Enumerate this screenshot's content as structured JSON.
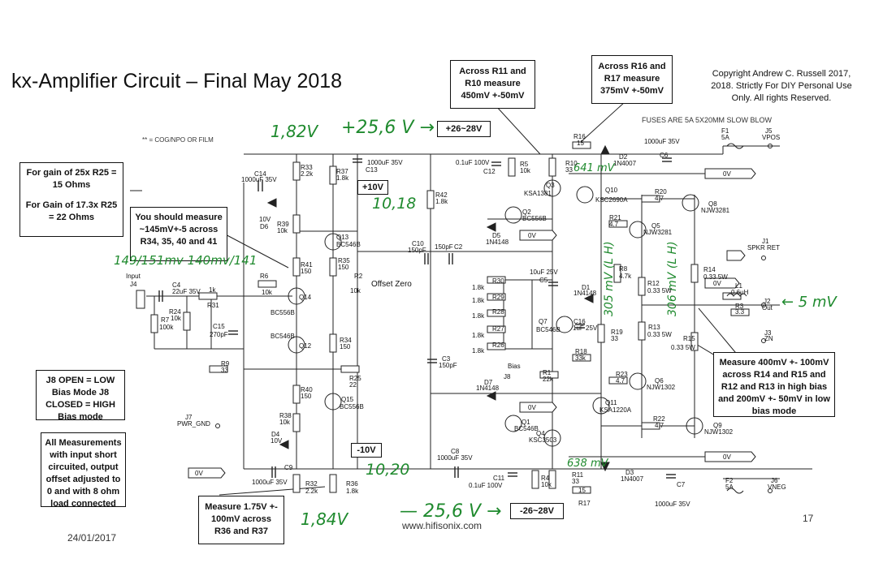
{
  "title": "kx-Amplifier Circuit – Final May 2018",
  "copyright": "Copyright Andrew C. Russell 2017, 2018. Strictly For DIY Personal Use Only. All rights Reserved.",
  "fuse_note": "FUSES ARE 5A 5X20MM SLOW BLOW",
  "cog_note": "** = COG/NPO OR FILM",
  "date": "24/01/2017",
  "page_number": "17",
  "website": "www.hifisonix.com",
  "notes": {
    "gain": {
      "line1": "For gain of 25x R25 = 15 Ohms",
      "line2": "For Gain of 17.3x R25 = 22 Ohms"
    },
    "measure_r34": "You should measure ~145mV+-5 across R34, 35, 40 and 41",
    "r11_r10": "Across R11 and R10 measure 450mV +-50mV",
    "r16_r17": "Across R16 and R17 measure 375mV +-50mV",
    "j8": "J8 OPEN = LOW Bias Mode J8 CLOSED = HIGH Bias mode",
    "all_meas": "All Measurements with input short circuited, output offset adjusted to 0 and with 8 ohm load connected",
    "r36_r37": "Measure 1.75V +- 100mV across R36 and R37",
    "r14_400": "Measure 400mV +- 100mV across R14 and R15 and R12 and R13 in high bias and 200mV +- 50mV in low bias mode"
  },
  "rails": {
    "plus_box": "+26~28V",
    "minus_box": "-26~28V",
    "plus10": "+10V",
    "minus10": "-10V"
  },
  "handwritten": {
    "v182": "1,82V",
    "v256p": "+25,6 V →",
    "v1018": "10,18",
    "v149": "149/151mv 140mv/141",
    "v641": "641 mV",
    "v305": "305 mV (L H)",
    "v306": "306 mV (L H)",
    "v5mv": "← 5 mV",
    "v638": "638 mV",
    "v1020": "10,20",
    "v256m": "— 25,6 V →",
    "v184": "1,84V"
  },
  "components": {
    "input_label": "Input",
    "j4": "J4",
    "c4": "C4",
    "c4v": "22uF 35V",
    "r6": "R6",
    "r6v": "10k",
    "r7": "R7",
    "r7v": "100k",
    "r31v": "1k",
    "r31": "R31",
    "r24": "R24",
    "r24v": "10k",
    "c15": "C15",
    "c15v": "270pF",
    "c14": "C14",
    "c14v": "1000uF 35V",
    "d6": "D6",
    "d6v": "10V",
    "r33": "R33",
    "r33v": "2.2k",
    "r39": "R39",
    "r39v": "10k",
    "r41": "R41",
    "r41v": "150",
    "q14": "Q14",
    "q14t": "BC556B",
    "q12": "Q12",
    "q12t": "BC546B",
    "r9": "R9",
    "r9v": "33",
    "r37": "R37",
    "r37v": "1.8k",
    "c13": "C13",
    "c13v": "1000uF 35V",
    "q13": "Q13",
    "q13t": "BC546B",
    "r35": "R35",
    "r35v": "150",
    "r2": "R2",
    "r2v": "10k",
    "offset": "Offset Zero",
    "r34": "R34",
    "r34v": "150",
    "r25": "R25",
    "r25v": "22",
    "r40": "R40",
    "r40v": "150",
    "q15": "Q15",
    "q15t": "BC556B",
    "r38": "R38",
    "r38v": "10k",
    "j7": "J7",
    "j7l": "PWR_GND",
    "d4": "D4",
    "d4v": "10V",
    "c9": "C9",
    "c9v": "1000uF 35V",
    "r32": "R32",
    "r32v": "2.2k",
    "r36": "R36",
    "r36v": "1.8k",
    "r42": "R42",
    "r42v": "1.8k",
    "c10": "C10",
    "c10v": "150pF",
    "c2": "C2",
    "c2v": "150pF",
    "c3": "C3",
    "c3v": "150pF",
    "c12": "C12",
    "c12v": "0.1uF 100V",
    "r5": "R5",
    "r5v": "10k",
    "q3": "Q3",
    "q3t": "KSA1381",
    "q2": "Q2",
    "q2t": "BC556B",
    "d5": "D5",
    "d5t": "1N4148",
    "r10": "R10",
    "r10v": "33",
    "r16": "R16",
    "r16v": "15",
    "d2": "D2",
    "d2t": "1N4007",
    "q10": "Q10",
    "q10t": "KSC2690A",
    "r20": "R20",
    "r20v": "4.7",
    "c6": "C6",
    "c6v": "1000uF 35V",
    "q8": "Q8",
    "q8t": "NJW3281",
    "r21": "R21",
    "r21v": "4.7",
    "q5": "Q5",
    "q5t": "NJW3281",
    "r8": "R8",
    "r8v": "4.7k",
    "r12": "R12",
    "r12v": "0.33 5W",
    "r14": "R14",
    "r14v": "0.33 5W",
    "j1": "J1",
    "j1l": "SPKR RET",
    "l1": "L1",
    "l1v": "0.6uH",
    "r3": "R3",
    "r3v": "3.3",
    "j2": "J2",
    "j2l": "Out",
    "j3": "J3",
    "j3l": "ZN",
    "c5": "C5",
    "c5v": "10uF 25V",
    "d1": "D1",
    "d1t": "1N4148",
    "q7": "Q7",
    "q7t": "BC546B",
    "c16": "C16",
    "c16v": "1uF 25V",
    "r18": "R18",
    "r18v": "33k",
    "r19": "R19",
    "r19v": "33",
    "r13": "R13",
    "r13v": "0.33 5W",
    "r15": "R15",
    "r15v": "0.33 5W",
    "r30": "R30",
    "r29": "R29",
    "r28": "R28",
    "r27": "R27",
    "r26": "R26",
    "r18k": "1.8k",
    "bias": "Bias",
    "j8": "J8",
    "r1": "R1",
    "r1v": "22k",
    "d7": "D7",
    "d7t": "1N4148",
    "r23": "R23",
    "r23v": "4.7",
    "q6": "Q6",
    "q6t": "NJW1302",
    "q11": "Q11",
    "q11t": "KSA1220A",
    "r22": "R22",
    "r22v": "4.7",
    "q9": "Q9",
    "q9t": "NJW1302",
    "q1": "Q1",
    "q1t": "BC546B",
    "q4": "Q4",
    "q4t": "KSC3503",
    "c8": "C8",
    "c8v": "1000uF 35V",
    "c11": "C11",
    "c11v": "0.1uF 100V",
    "r4": "R4",
    "r4v": "10k",
    "r11": "R11",
    "r11v": "33",
    "d3": "D3",
    "d3t": "1N4007",
    "r17": "R17",
    "r17v": "15",
    "c7": "C7",
    "c7v": "1000uF 35V",
    "f1": "F1",
    "f1v": "5A",
    "j5": "J5",
    "j5l": "VPOS",
    "f2": "F2",
    "f2v": "5A",
    "j6": "J6",
    "j6l": "VNEG",
    "zero_v": "0V"
  }
}
